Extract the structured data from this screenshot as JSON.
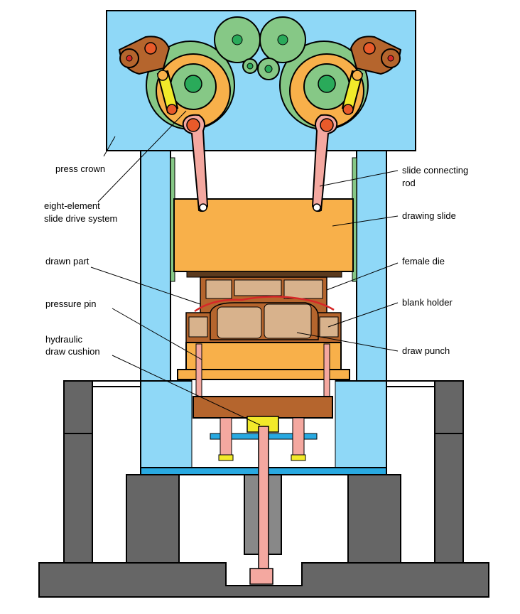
{
  "colors": {
    "crown": "#8fd8f7",
    "slide": "#f8b04a",
    "gear": "#86c886",
    "gear_dark": "#2aaa5a",
    "lever": "#b5652d",
    "link": "#f4a8a0",
    "yellow": "#f2ea2a",
    "die": "#c8a078",
    "die_light": "#d8b28c",
    "base": "#666666",
    "bolster_blue": "#29a9e1"
  },
  "labels": {
    "press_crown": "press crown",
    "drive_line1": "eight-element",
    "drive_line2": "slide drive system",
    "drawn_part": "drawn part",
    "pressure_pin": "pressure pin",
    "cushion_line1": "hydraulic",
    "cushion_line2": "draw cushion",
    "conrod_line1": "slide connecting",
    "conrod_line2": "rod",
    "drawing_slide": "drawing slide",
    "female_die": "female die",
    "blank_holder": "blank holder",
    "draw_punch": "draw punch"
  }
}
